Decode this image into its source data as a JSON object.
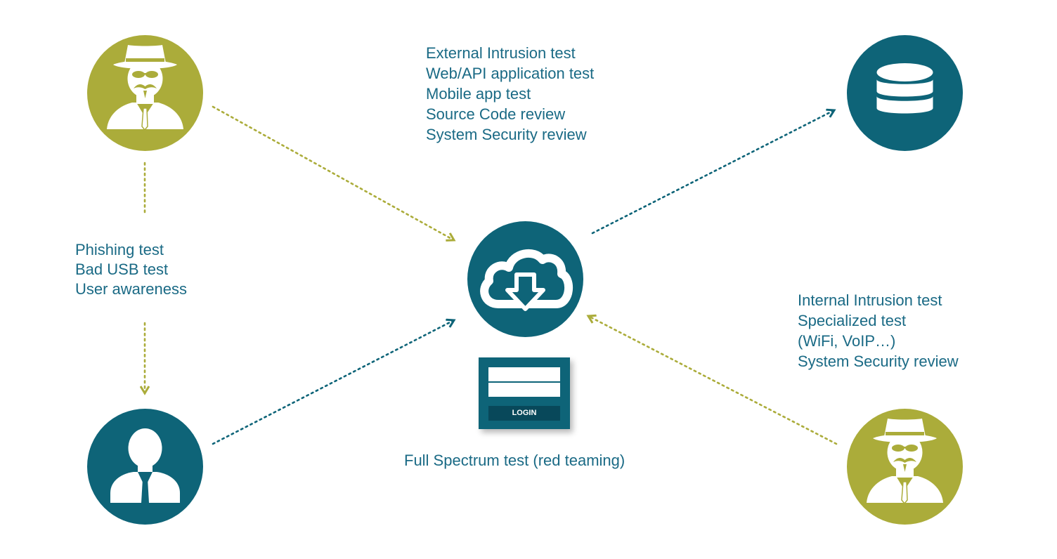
{
  "colors": {
    "teal": "#0e6478",
    "olive": "#abac3a",
    "text": "#1a6a85",
    "white": "#ffffff"
  },
  "nodes": {
    "hacker_external": {
      "icon": "hacker-spy-icon",
      "color": "olive"
    },
    "hacker_internal": {
      "icon": "hacker-spy-icon",
      "color": "olive"
    },
    "database": {
      "icon": "database-icon",
      "color": "teal"
    },
    "cloud": {
      "icon": "cloud-download-icon",
      "color": "teal"
    },
    "user": {
      "icon": "user-icon",
      "color": "teal"
    }
  },
  "external_tests": [
    "External Intrusion test",
    "Web/API application test",
    "Mobile app test",
    "Source Code review",
    "System Security review"
  ],
  "social_tests": [
    "Phishing test",
    "Bad USB test",
    "User awareness"
  ],
  "internal_tests": [
    "Internal Intrusion test",
    "Specialized test",
    "(WiFi, VoIP…)",
    "System Security review"
  ],
  "login": {
    "button_label": "LOGIN"
  },
  "full_spectrum_caption": "Full Spectrum test (red teaming)"
}
